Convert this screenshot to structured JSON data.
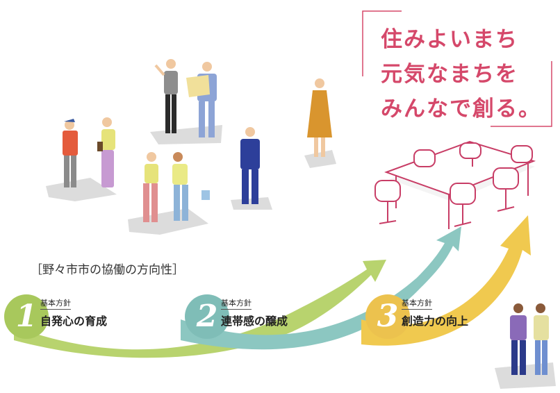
{
  "slogan": {
    "line1": "住みよいまち",
    "line2": "元気なまちを",
    "line3": "みんなで創る。"
  },
  "section_heading": "［野々市市の協働の方向性］",
  "policies": [
    {
      "number": "1",
      "kind": "基本方針",
      "title": "自発心の育成",
      "color": "#a8c85c"
    },
    {
      "number": "2",
      "kind": "基本方針",
      "title": "連帯感の醸成",
      "color": "#7fbdb7"
    },
    {
      "number": "3",
      "kind": "基本方針",
      "title": "創造力の向上",
      "color": "#ecc24e"
    }
  ],
  "colors": {
    "accent": "#d5486a",
    "arrow_green": "#b8d36e",
    "arrow_teal": "#8cc7c1",
    "arrow_yellow": "#f0c94f",
    "shadow": "#dddddd"
  }
}
